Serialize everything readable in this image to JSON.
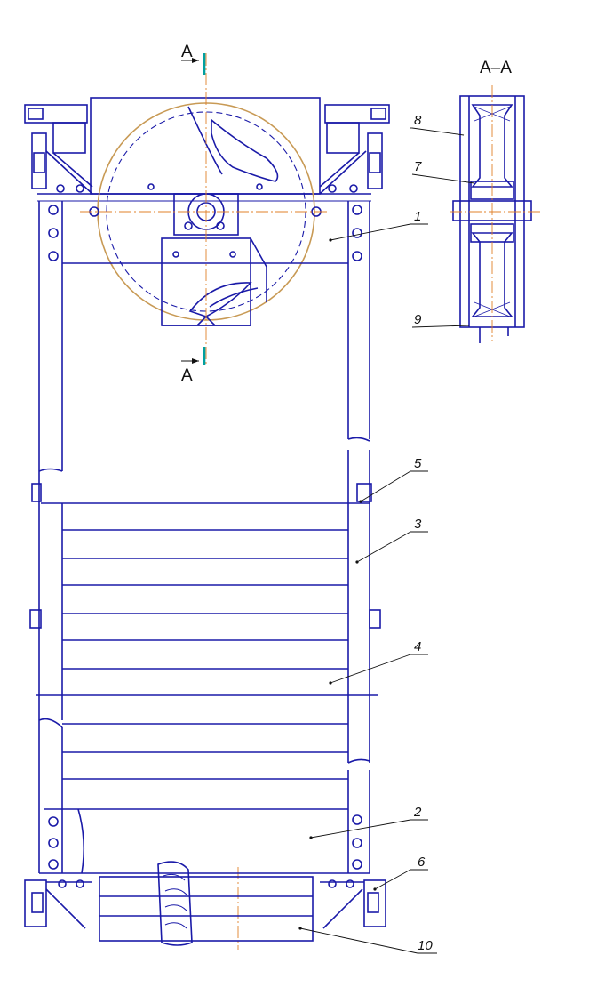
{
  "section_marks": {
    "top_letter": "A",
    "bottom_letter": "A",
    "view_title": "A–A"
  },
  "callouts": [
    {
      "id": "c1",
      "text": "1"
    },
    {
      "id": "c2",
      "text": "2"
    },
    {
      "id": "c3",
      "text": "3"
    },
    {
      "id": "c4",
      "text": "4"
    },
    {
      "id": "c5",
      "text": "5"
    },
    {
      "id": "c6",
      "text": "6"
    },
    {
      "id": "c7",
      "text": "7"
    },
    {
      "id": "c8",
      "text": "8"
    },
    {
      "id": "c9",
      "text": "9"
    },
    {
      "id": "c10",
      "text": "10"
    }
  ],
  "colors": {
    "line": "#1a1aa8",
    "axis": "#e0802a",
    "wheel": "#c89a55",
    "section_cut": "#00a0a0",
    "text": "#111111"
  }
}
